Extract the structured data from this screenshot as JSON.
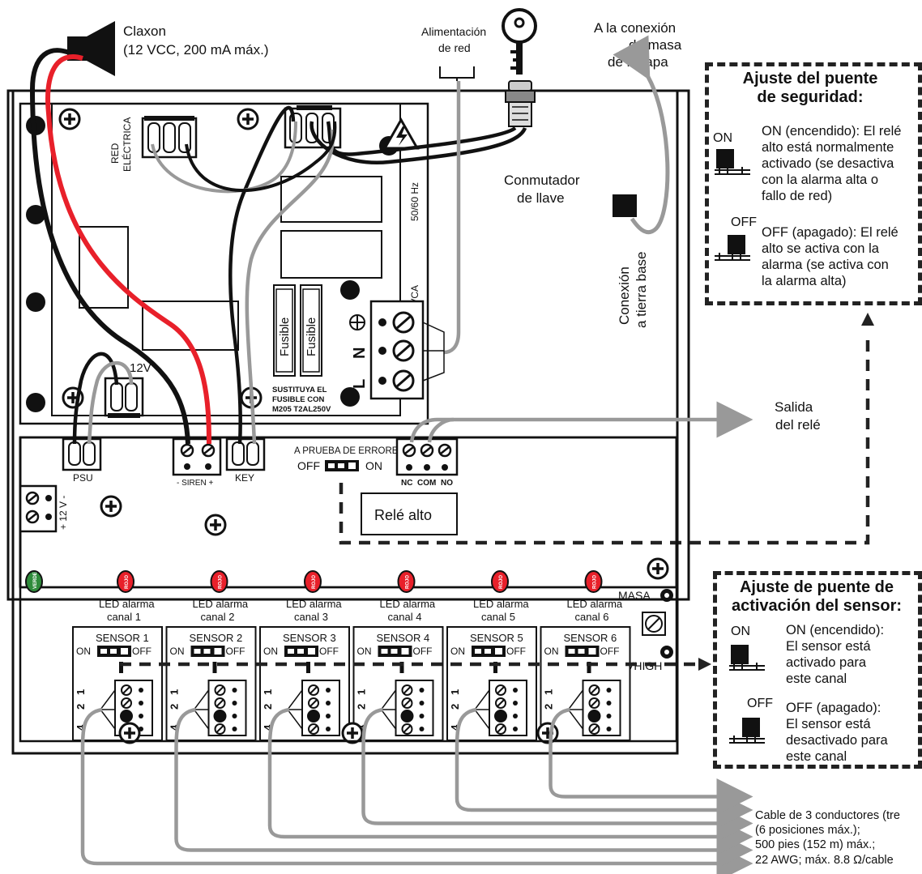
{
  "horn": {
    "title": "Claxon",
    "spec": "(12 VCC, 200 mA máx.)"
  },
  "mains_feed": {
    "line1": "Alimentación",
    "line2": "de red"
  },
  "lid_ground": {
    "line1": "A la conexión",
    "line2": "de masa",
    "line3": "de la tapa"
  },
  "key_switch": {
    "line1": "Conmutador",
    "line2": "de llave"
  },
  "base_ground": {
    "line1": "Conexión",
    "line2": "a tierra base"
  },
  "psu_board": {
    "mains_label_1": "RED",
    "mains_label_2": "ELÉCTRICA",
    "freq": "50/60 Hz",
    "voltage": "100-230 VCA",
    "fuse_1": "Fusible",
    "fuse_2": "Fusible",
    "fuse_note_1": "SUSTITUYA EL",
    "fuse_note_2": "FUSIBLE CON",
    "fuse_note_3": "M205 T2AL250V",
    "out_12v": "12V",
    "terminal_n": "N",
    "terminal_l": "L"
  },
  "main_board": {
    "psu": "PSU",
    "siren": "-  SIREN  +",
    "key": "KEY",
    "failsafe": "A PRUEBA DE ERRORES",
    "off": "OFF",
    "on": "ON",
    "nc": "NC",
    "com": "COM",
    "no": "NO",
    "vplus": "+ 12 V -",
    "high_relay": "Relé alto",
    "green": "VERDE",
    "red": "ROJO",
    "masa": "MASA",
    "vhigh": "VHIGH"
  },
  "relay_output": {
    "line1": "Salida",
    "line2": "del relé"
  },
  "channels": [
    {
      "led1": "LED alarma",
      "led2": "canal 1",
      "sensor": "SENSOR 1"
    },
    {
      "led1": "LED alarma",
      "led2": "canal 2",
      "sensor": "SENSOR 2"
    },
    {
      "led1": "LED alarma",
      "led2": "canal 3",
      "sensor": "SENSOR 3"
    },
    {
      "led1": "LED alarma",
      "led2": "canal 4",
      "sensor": "SENSOR 4"
    },
    {
      "led1": "LED alarma",
      "led2": "canal 5",
      "sensor": "SENSOR 5"
    },
    {
      "led1": "LED alarma",
      "led2": "canal 6",
      "sensor": "SENSOR 6"
    }
  ],
  "sensor_switch": {
    "on": "ON",
    "off": "OFF"
  },
  "terminal_numbers": [
    "1",
    "2",
    "4"
  ],
  "cable_note": {
    "line1": "Cable de 3 conductores (tre",
    "line2": "(6 posiciones máx.);",
    "line3": "500 pies (152 m) máx.;",
    "line4": "22 AWG; máx. 8.8 Ω/cable"
  },
  "safety_jumper": {
    "title_1": "Ajuste del puente",
    "title_2": "de seguridad:",
    "on_tag": "ON",
    "on_1": "ON (encendido): El relé",
    "on_2": "alto está normalmente",
    "on_3": "activado (se desactiva",
    "on_4": "con la alarma alta o",
    "on_5": "fallo de red)",
    "off_tag": "OFF",
    "off_1": "OFF (apagado): El relé",
    "off_2": "alto se activa con la",
    "off_3": "alarma (se activa con",
    "off_4": "la alarma alta)"
  },
  "sensor_jumper": {
    "title_1": "Ajuste de puente de",
    "title_2": "activación del sensor:",
    "on_tag": "ON",
    "on_1": "ON (encendido):",
    "on_2": "El sensor está",
    "on_3": "activado para",
    "on_4": "este canal",
    "off_tag": "OFF",
    "off_1": "OFF (apagado):",
    "off_2": "El sensor está",
    "off_3": "desactivado para",
    "off_4": "este canal"
  },
  "colors": {
    "red_wire": "#e8202a",
    "grey_wire": "#9a9a9a",
    "black": "#111111",
    "green_led": "#2e8b3a"
  }
}
